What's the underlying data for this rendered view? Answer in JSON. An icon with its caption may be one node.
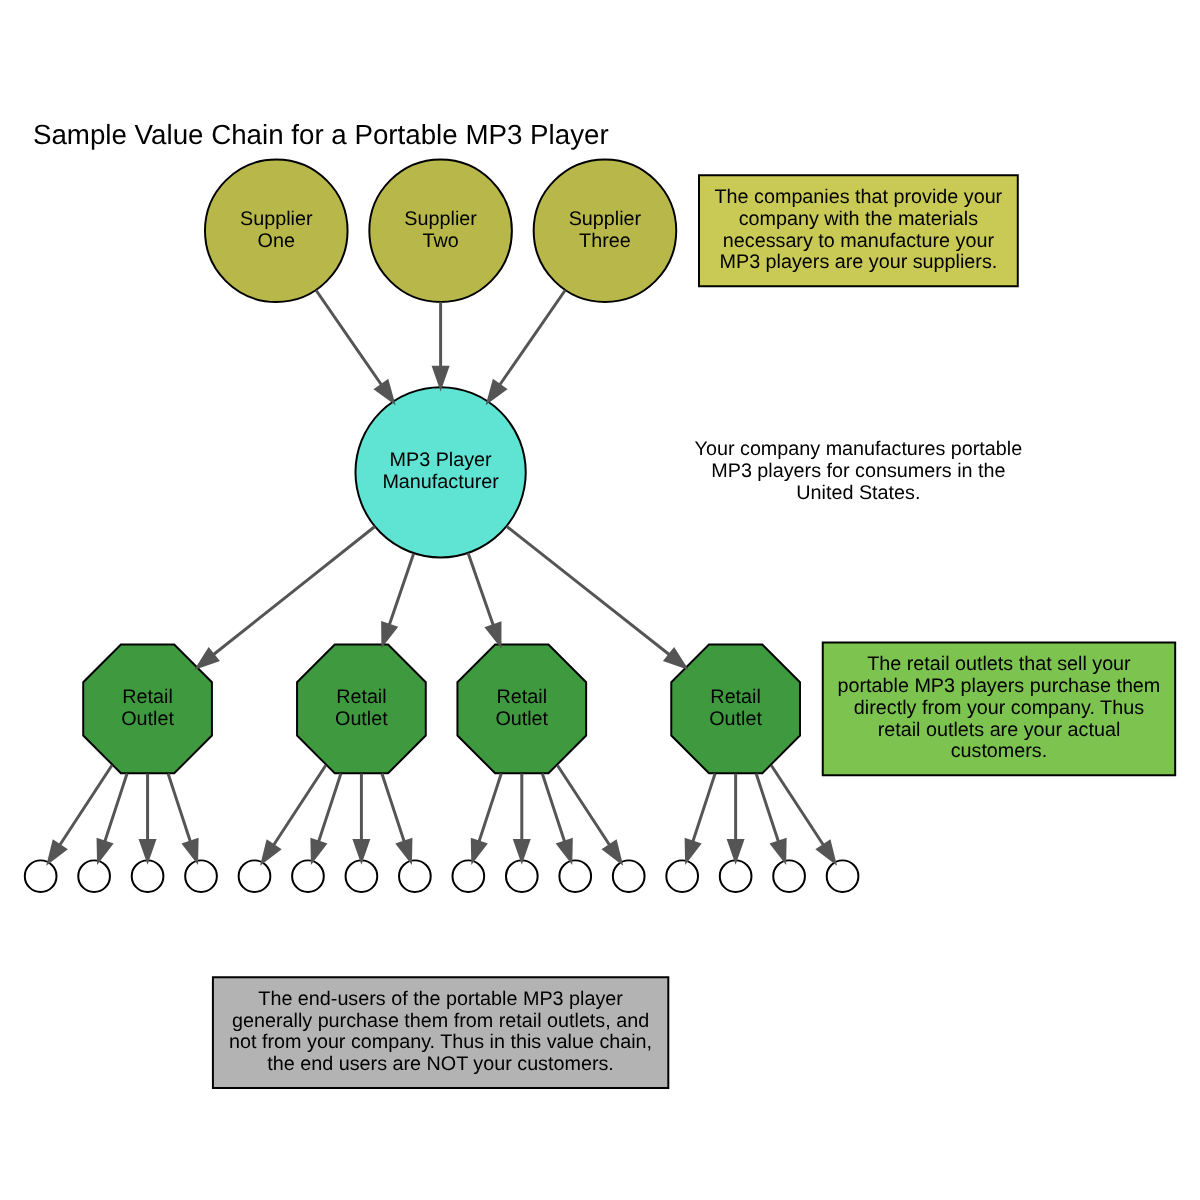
{
  "diagram": {
    "title": "Sample Value Chain for a Portable MP3 Player",
    "nodes": [
      {
        "text": [
          "Supplier One"
        ]
      },
      {
        "text": [
          "Supplier Two"
        ]
      },
      {
        "text": [
          "Supplier Three"
        ]
      },
      {
        "text": [
          "The companies that provide your company with the materials necessary to manufacture your MP3 players are your suppliers."
        ]
      },
      {
        "text": [
          "MP3 Player Manufacturer"
        ]
      },
      {
        "text": [
          "The retail outlets that sell your portable MP3 players purchase them directly from your company. Thus retail outlets are your actual customers."
        ]
      },
      {
        "text": [
          "Retail Outlet"
        ]
      },
      {
        "text": [
          "Retail Outlet"
        ]
      },
      {
        "text": [
          "Retail Outlet"
        ]
      },
      {
        "text": [
          "Retail Outlet"
        ]
      },
      {
        "text": [],
        "shape": "person"
      },
      {
        "text": [],
        "shape": "person"
      },
      {
        "text": [],
        "shape": "person"
      },
      {
        "text": [],
        "shape": "person"
      },
      {
        "text": [],
        "shape": "person"
      },
      {
        "text": [],
        "shape": "person"
      },
      {
        "text": [],
        "shape": "person"
      },
      {
        "text": [],
        "shape": "person"
      },
      {
        "text": [],
        "shape": "person"
      },
      {
        "text": [],
        "shape": "person"
      },
      {
        "text": [],
        "shape": "person"
      },
      {
        "text": [],
        "shape": "person"
      },
      {
        "text": [],
        "shape": "person"
      },
      {
        "text": [],
        "shape": "person"
      },
      {
        "text": [],
        "shape": "person"
      },
      {
        "text": [],
        "shape": "person"
      },
      {
        "text": [
          "The end-users of the portable MP3 player generally purchase them from retail outlets, and not from your company. Thus in this value chain, the end users are NOT your customers."
        ]
      }
    ],
    "edges": [
      {
        "from": 0,
        "to": 4,
        "arrow": "to"
      },
      {
        "from": 1,
        "to": 4,
        "arrow": "to"
      },
      {
        "from": 2,
        "to": 4,
        "arrow": "to"
      },
      {
        "from": 4,
        "to": 6,
        "arrow": "to"
      },
      {
        "from": 4,
        "to": 7,
        "arrow": "to"
      },
      {
        "from": 4,
        "to": 8,
        "arrow": "to"
      },
      {
        "from": 4,
        "to": 9,
        "arrow": "to"
      },
      {
        "from": 6,
        "to": 10,
        "arrow": "to"
      },
      {
        "from": 6,
        "to": 11,
        "arrow": "to"
      },
      {
        "from": 6,
        "to": 12,
        "arrow": "to"
      },
      {
        "from": 6,
        "to": 13,
        "arrow": "to"
      },
      {
        "from": 7,
        "to": 14,
        "arrow": "to"
      },
      {
        "from": 7,
        "to": 15,
        "arrow": "to"
      },
      {
        "from": 7,
        "to": 16,
        "arrow": "to"
      },
      {
        "from": 7,
        "to": 17,
        "arrow": "to"
      },
      {
        "from": 8,
        "to": 18,
        "arrow": "to"
      },
      {
        "from": 8,
        "to": 19,
        "arrow": "to"
      },
      {
        "from": 8,
        "to": 20,
        "arrow": "to"
      },
      {
        "from": 8,
        "to": 21,
        "arrow": "to"
      },
      {
        "from": 9,
        "to": 22,
        "arrow": "to"
      },
      {
        "from": 9,
        "to": 23,
        "arrow": "to"
      },
      {
        "from": 9,
        "to": 24,
        "arrow": "to"
      },
      {
        "from": 9,
        "to": 25,
        "arrow": "to"
      }
    ],
    "labels": [
      "Your company manufactures portable MP3 players for consumers in the United States."
    ]
  }
}
